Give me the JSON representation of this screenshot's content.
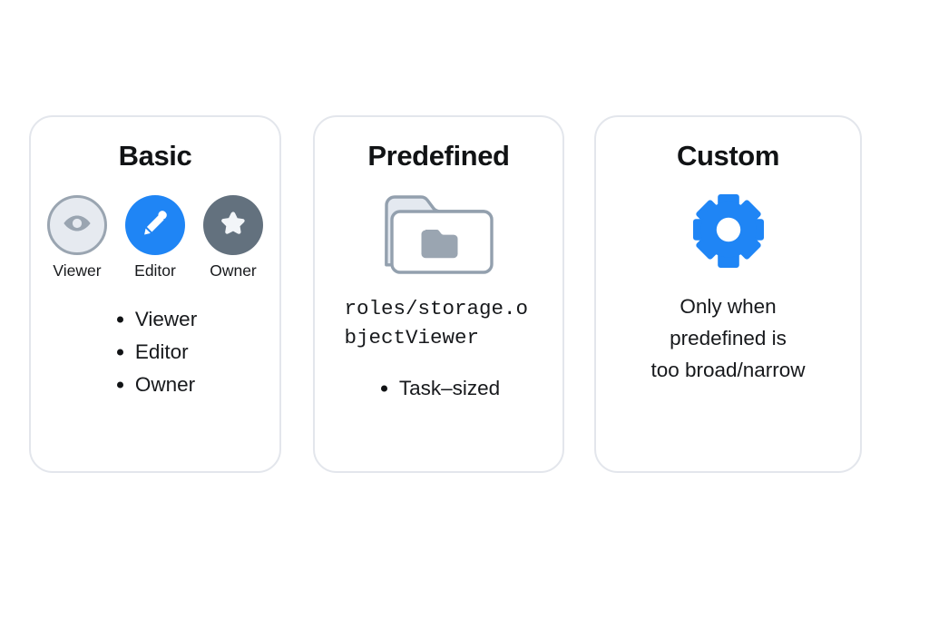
{
  "page": {
    "background": "#ffffff",
    "accent_blue": "#1f85f5",
    "slate": "#63717e",
    "muted_gray": "#9aa5b1",
    "card_border": "#e3e6ec",
    "text": "#17191c"
  },
  "cards": [
    {
      "id": "basic",
      "title": "Basic",
      "badges": [
        {
          "label": "Viewer",
          "icon": "eye-icon",
          "circle_color": "#e6eaf0",
          "border_color": "#9aa5b1",
          "glyph_color": "#9aa5b1"
        },
        {
          "label": "Editor",
          "icon": "pencil-icon",
          "circle_color": "#1f85f5",
          "border_color": "#1f85f5",
          "glyph_color": "#ffffff"
        },
        {
          "label": "Owner",
          "icon": "star-icon",
          "circle_color": "#63717e",
          "border_color": "#63717e",
          "glyph_color": "#f2f5f8"
        }
      ],
      "bullets": [
        "Viewer",
        "Editor",
        "Owner"
      ]
    },
    {
      "id": "predefined",
      "title": "Predefined",
      "icon": "folder-open-icon",
      "role_path": "roles/storage.objectViewer",
      "bullets": [
        "Task–sized"
      ]
    },
    {
      "id": "custom",
      "title": "Custom",
      "icon": "gear-icon",
      "description_lines": [
        "Only when",
        "predefined is",
        "too broad/narrow"
      ]
    }
  ]
}
